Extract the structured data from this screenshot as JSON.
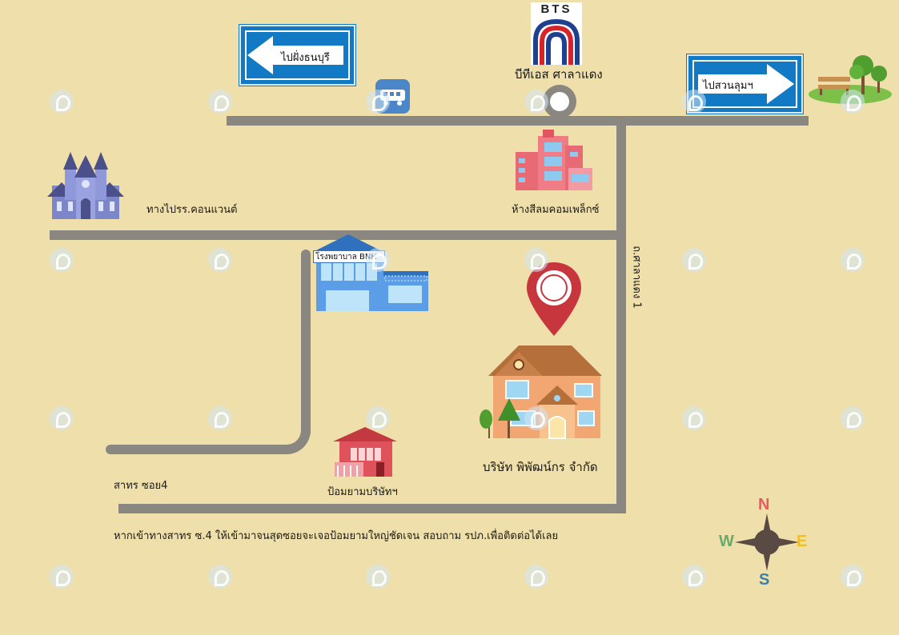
{
  "signs": {
    "left": "ไปฝั่งธนบุรี",
    "right": "ไปสวนลุมฯ"
  },
  "bts": {
    "logo_text": "BTS",
    "station": "บีทีเอส ศาลาแดง"
  },
  "landmarks": {
    "church": "ทางไปรร.คอนแวนต์",
    "mall": "ห้างสีลมคอมเพล็กซ์",
    "hospital": "โรงพยาบาล BNH",
    "police_box": "ป้อมยามบริษัทฯ",
    "company": "บริษัท พิพัฒน์กร จำกัด"
  },
  "roads": {
    "sala_daeng_1": "ถ.ศาลาแดง 1",
    "sathorn_soi4": "สาทร ซอย4"
  },
  "directions_note": "หากเข้าทางสาทร ซ.4 ให้เข้ามาจนสุดซอยจะเจอป้อมยามใหญ่ชัดเจน สอบถาม รปภ.เพื่อติดต่อได้เลย",
  "compass": {
    "n": "N",
    "s": "S",
    "e": "E",
    "w": "W"
  },
  "colors": {
    "background": "#efdfaa",
    "road": "#8a8680",
    "sign_blue": "#1279c4",
    "pin_red": "#c8363d",
    "compass_n": "#e06060",
    "compass_e": "#f0c020",
    "compass_w": "#6aaa6a",
    "compass_s": "#3c7fa6"
  },
  "icons": [
    "bus-icon",
    "roundabout-icon",
    "church-icon",
    "mall-icon",
    "hospital-icon",
    "police-box-icon",
    "house-icon",
    "location-pin-icon",
    "park-icon",
    "compass-icon"
  ]
}
